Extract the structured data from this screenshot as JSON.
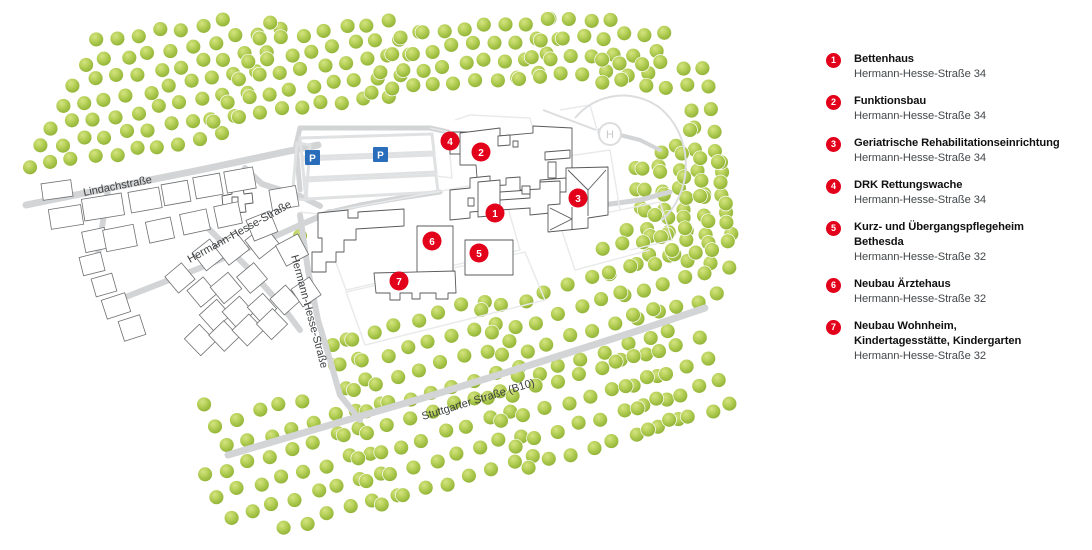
{
  "map": {
    "background_color": "#ffffff",
    "road_color": "#d2d4d5",
    "building_stroke": "#58595b",
    "plot_stroke": "#e3e4e5",
    "tree_color": "#a4c63a",
    "marker_color": "#e2001a",
    "parking_color": "#2a6ebb",
    "helipad_color": "#dcdddf",
    "street_labels": [
      {
        "name": "Lindachstraße",
        "text": "Lindachstraße"
      },
      {
        "name": "Hermann-Hesse-Straße (diagonal)",
        "text": "Hermann-Hesse-Straße"
      },
      {
        "name": "Hermann-Hesse-Straße (vertical)",
        "text": "Hermann-Hesse-Straße"
      },
      {
        "name": "Stuttgarter Straße (B10)",
        "text": "Stuttgarter Straße (B10)"
      }
    ],
    "markers": [
      {
        "id": "1",
        "label": "1"
      },
      {
        "id": "2",
        "label": "2"
      },
      {
        "id": "3",
        "label": "3"
      },
      {
        "id": "4",
        "label": "4"
      },
      {
        "id": "5",
        "label": "5"
      },
      {
        "id": "6",
        "label": "6"
      },
      {
        "id": "7",
        "label": "7"
      }
    ],
    "parking_icons": [
      {
        "id": "p1",
        "label": "P"
      },
      {
        "id": "p2",
        "label": "P"
      }
    ],
    "helipad": {
      "label": "H"
    }
  },
  "legend": {
    "items": [
      {
        "num": "1",
        "title": "Bettenhaus",
        "title2": "",
        "address": "Hermann-Hesse-Straße 34"
      },
      {
        "num": "2",
        "title": "Funktionsbau",
        "title2": "",
        "address": "Hermann-Hesse-Straße 34"
      },
      {
        "num": "3",
        "title": "Geriatrische Rehabilitationseinrichtung",
        "title2": "",
        "address": "Hermann-Hesse-Straße 34"
      },
      {
        "num": "4",
        "title": "DRK Rettungswache",
        "title2": "",
        "address": "Hermann-Hesse-Straße 34"
      },
      {
        "num": "5",
        "title": "Kurz- und Übergangspflegeheim Bethesda",
        "title2": "",
        "address": "Hermann-Hesse-Straße 32"
      },
      {
        "num": "6",
        "title": "Neubau Ärztehaus",
        "title2": "",
        "address": "Hermann-Hesse-Straße 32"
      },
      {
        "num": "7",
        "title": "Neubau Wohnheim,",
        "title2": "Kindertagesstätte, Kindergarten",
        "address": "Hermann-Hesse-Straße 32"
      }
    ]
  }
}
